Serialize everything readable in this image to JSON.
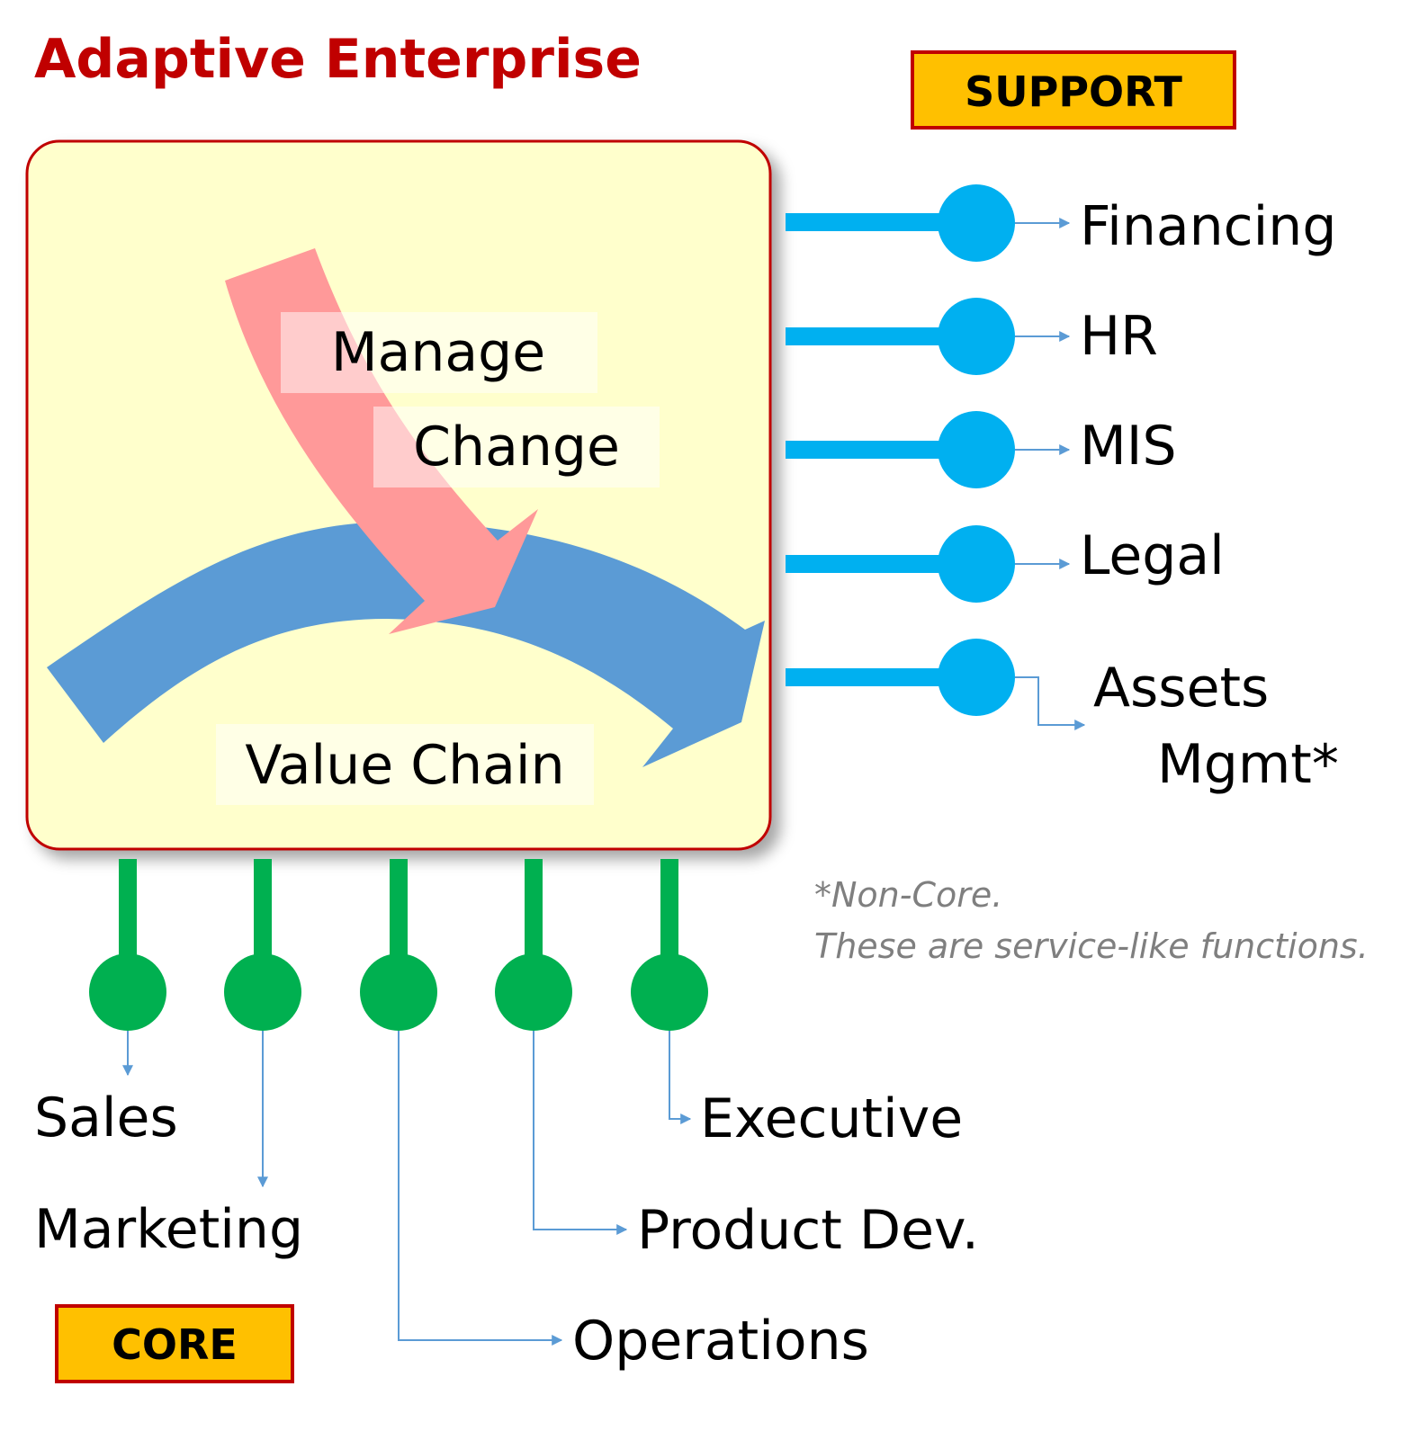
{
  "title": "Adaptive Enterprise",
  "support_badge": {
    "label": "SUPPORT",
    "fill": "#FFC000",
    "border": "#C00000"
  },
  "core_badge": {
    "label": "CORE",
    "fill": "#FFC000",
    "border": "#C00000"
  },
  "panel": {
    "fill": "#FFFFCC",
    "border": "#C00000"
  },
  "inner_labels": {
    "manage": "Manage",
    "change": "Change",
    "value_chain": "Value Chain"
  },
  "support_items": [
    {
      "label": "Financing"
    },
    {
      "label": "HR"
    },
    {
      "label": "MIS"
    },
    {
      "label": "Legal"
    },
    {
      "label": "Assets",
      "label2": "Mgmt*"
    }
  ],
  "core_items": [
    {
      "label": "Sales"
    },
    {
      "label": "Marketing"
    },
    {
      "label": "Operations"
    },
    {
      "label": "Product Dev."
    },
    {
      "label": "Executive"
    }
  ],
  "footnote": {
    "line1": "*Non-Core.",
    "line2": "These are service-like functions."
  },
  "colors": {
    "support_connector": "#00B0F0",
    "core_connector": "#00B050",
    "value_chain_arrow": "#5B9BD5",
    "change_arrow": "#FF9999",
    "leader_line": "#5B9BD5"
  },
  "icons": {
    "value_chain": "curved-arrow-icon",
    "change": "curved-arrow-icon"
  }
}
